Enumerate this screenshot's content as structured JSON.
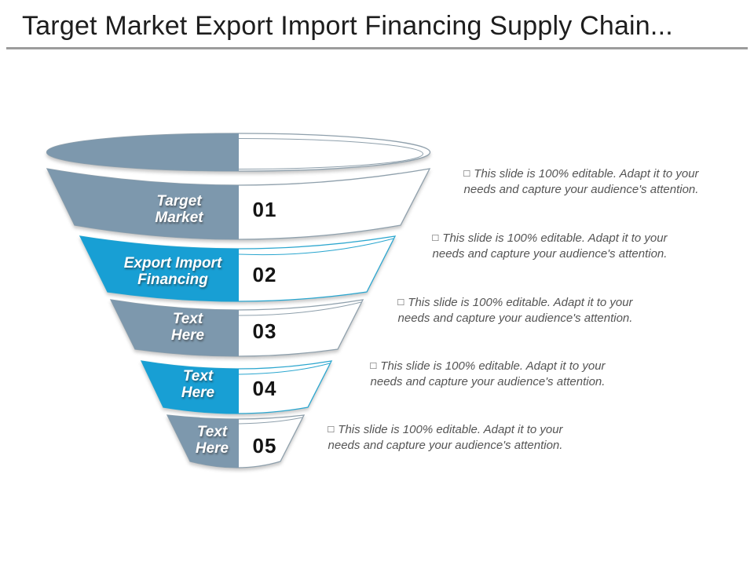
{
  "title": "Target Market Export Import Financing Supply Chain...",
  "funnel": {
    "stages": [
      {
        "label_line1": "Target",
        "label_line2": "Market",
        "number": "01",
        "color": "#7d98ad"
      },
      {
        "label_line1": "Export Import",
        "label_line2": "Financing",
        "number": "02",
        "color": "#189fd4"
      },
      {
        "label_line1": "Text",
        "label_line2": "Here",
        "number": "03",
        "color": "#7d98ad"
      },
      {
        "label_line1": "Text",
        "label_line2": "Here",
        "number": "04",
        "color": "#189fd4"
      },
      {
        "label_line1": "Text",
        "label_line2": "Here",
        "number": "05",
        "color": "#7d98ad"
      }
    ]
  },
  "notes": [
    {
      "bullet": "□",
      "line1": "This slide is 100% editable.  Adapt it to your",
      "line2": "needs and capture your audience's attention."
    },
    {
      "bullet": "□",
      "line1": "This slide is 100% editable.  Adapt it to your",
      "line2": "needs and capture your audience's attention."
    },
    {
      "bullet": "□",
      "line1": "This slide is 100% editable.  Adapt it to your",
      "line2": "needs and capture your audience's attention."
    },
    {
      "bullet": "□",
      "line1": "This slide is 100% editable.  Adapt it to your",
      "line2": "needs and capture your audience's attention."
    },
    {
      "bullet": "□",
      "line1": "This slide is 100% editable.  Adapt it to your",
      "line2": "needs and capture your audience's attention."
    }
  ],
  "colors": {
    "white": "#ffffff",
    "stroke_gray": "#8fa0ac",
    "stroke_blue": "#2aa6cf",
    "rule_gray": "#9c9c9c",
    "note_text": "#555555",
    "number_text": "#141414",
    "title_text": "#1d1d1d"
  }
}
